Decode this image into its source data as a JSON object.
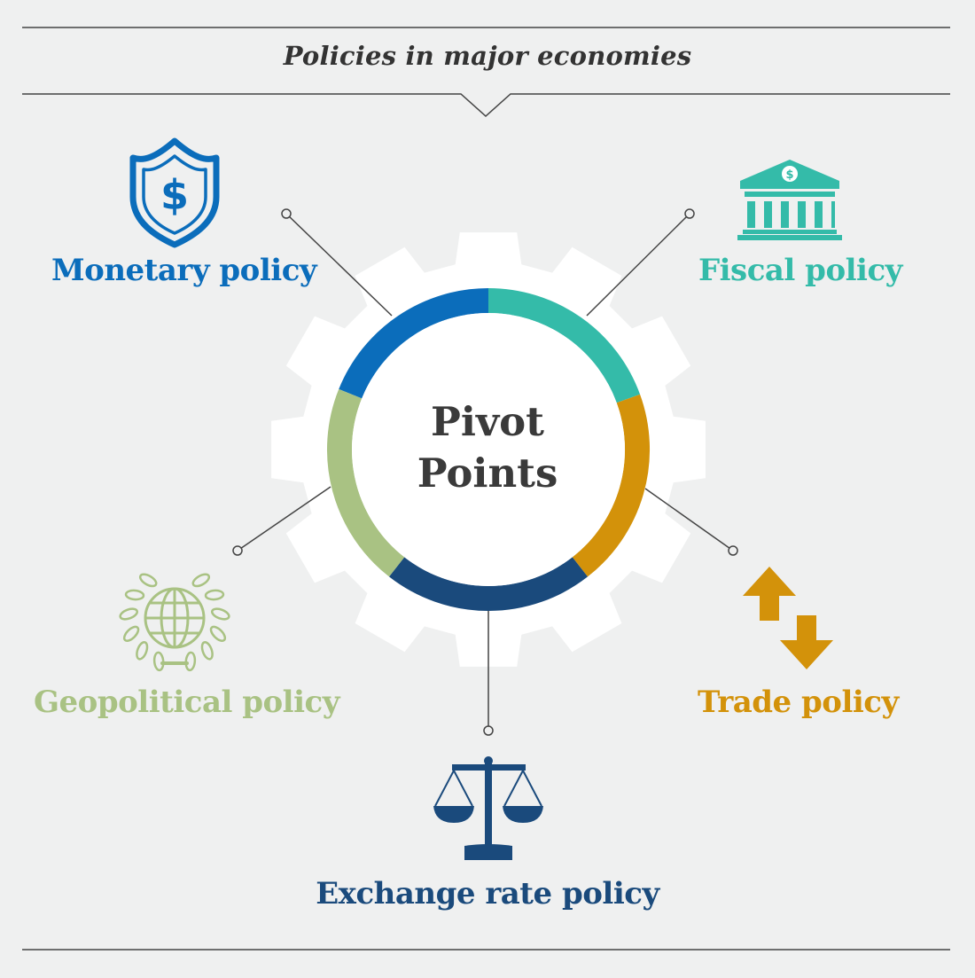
{
  "header": {
    "title": "Policies in major economies"
  },
  "center": {
    "line1": "Pivot",
    "line2": "Points"
  },
  "policies": {
    "monetary": {
      "label": "Monetary policy",
      "icon": "shield-dollar-icon",
      "color": "#0b6dbb"
    },
    "fiscal": {
      "label": "Fiscal policy",
      "icon": "bank-building-icon",
      "color": "#34bba9"
    },
    "trade": {
      "label": "Trade policy",
      "icon": "up-down-arrows-icon",
      "color": "#d3920a"
    },
    "exchange": {
      "label": "Exchange rate policy",
      "icon": "balance-scale-icon",
      "color": "#1a4a7c"
    },
    "geopolitical": {
      "label": "Geopolitical policy",
      "icon": "globe-laurel-icon",
      "color": "#a9c283"
    }
  },
  "colors": {
    "background": "#eff0f0",
    "rule": "#444444",
    "gear": "#ffffff",
    "connector": "#444444"
  }
}
